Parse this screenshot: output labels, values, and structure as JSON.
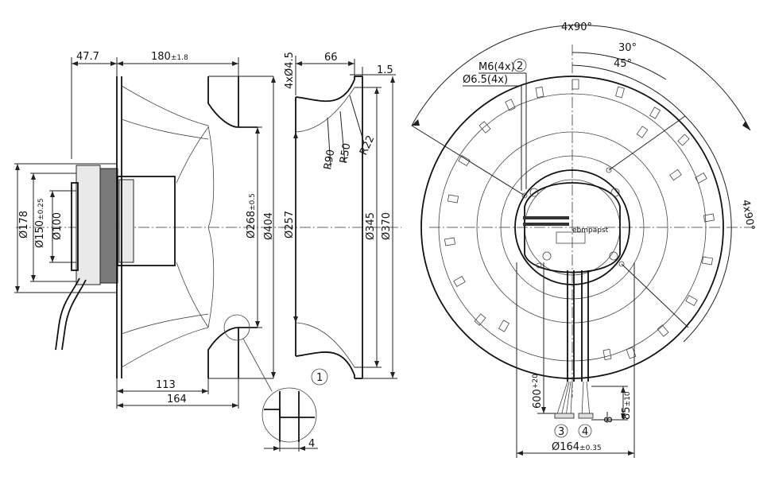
{
  "side_view": {
    "dim_47_7": "47.7",
    "dim_180": "180",
    "dim_180_tol": "±1.8",
    "dim_178": "Ø178",
    "dim_150": "Ø150",
    "dim_150_tol": "±0.25",
    "dim_100": "Ø100",
    "dim_268": "Ø268",
    "dim_268_tol": "±0.5",
    "dim_404": "Ø404",
    "dim_113": "113",
    "dim_164": "164"
  },
  "detail": {
    "ref_1": "1",
    "dim_4": "4"
  },
  "inlet_ring": {
    "dim_4x45": "4xØ4.5",
    "dim_66": "66",
    "dim_1_5": "1.5",
    "r90": "R90",
    "r50": "R50",
    "r22": "R22",
    "dim_257": "Ø257",
    "dim_345": "Ø345",
    "dim_370": "Ø370"
  },
  "front_view": {
    "angle_4x90_top": "4x90°",
    "angle_30": "30°",
    "angle_45": "45°",
    "m6": "M6(4x)",
    "ref_2": "2",
    "d65": "Ø6.5(4x)",
    "angle_4x90_right": "4x90°",
    "cable_len": "600",
    "cable_len_tol": "+20",
    "ref_3": "3",
    "ref_4": "4",
    "dim_85": "85",
    "dim_85_tol": "±10",
    "dim_8": "8",
    "dim_164": "Ø164",
    "dim_164_tol": "±0.35",
    "brand": "ebmpapst"
  }
}
